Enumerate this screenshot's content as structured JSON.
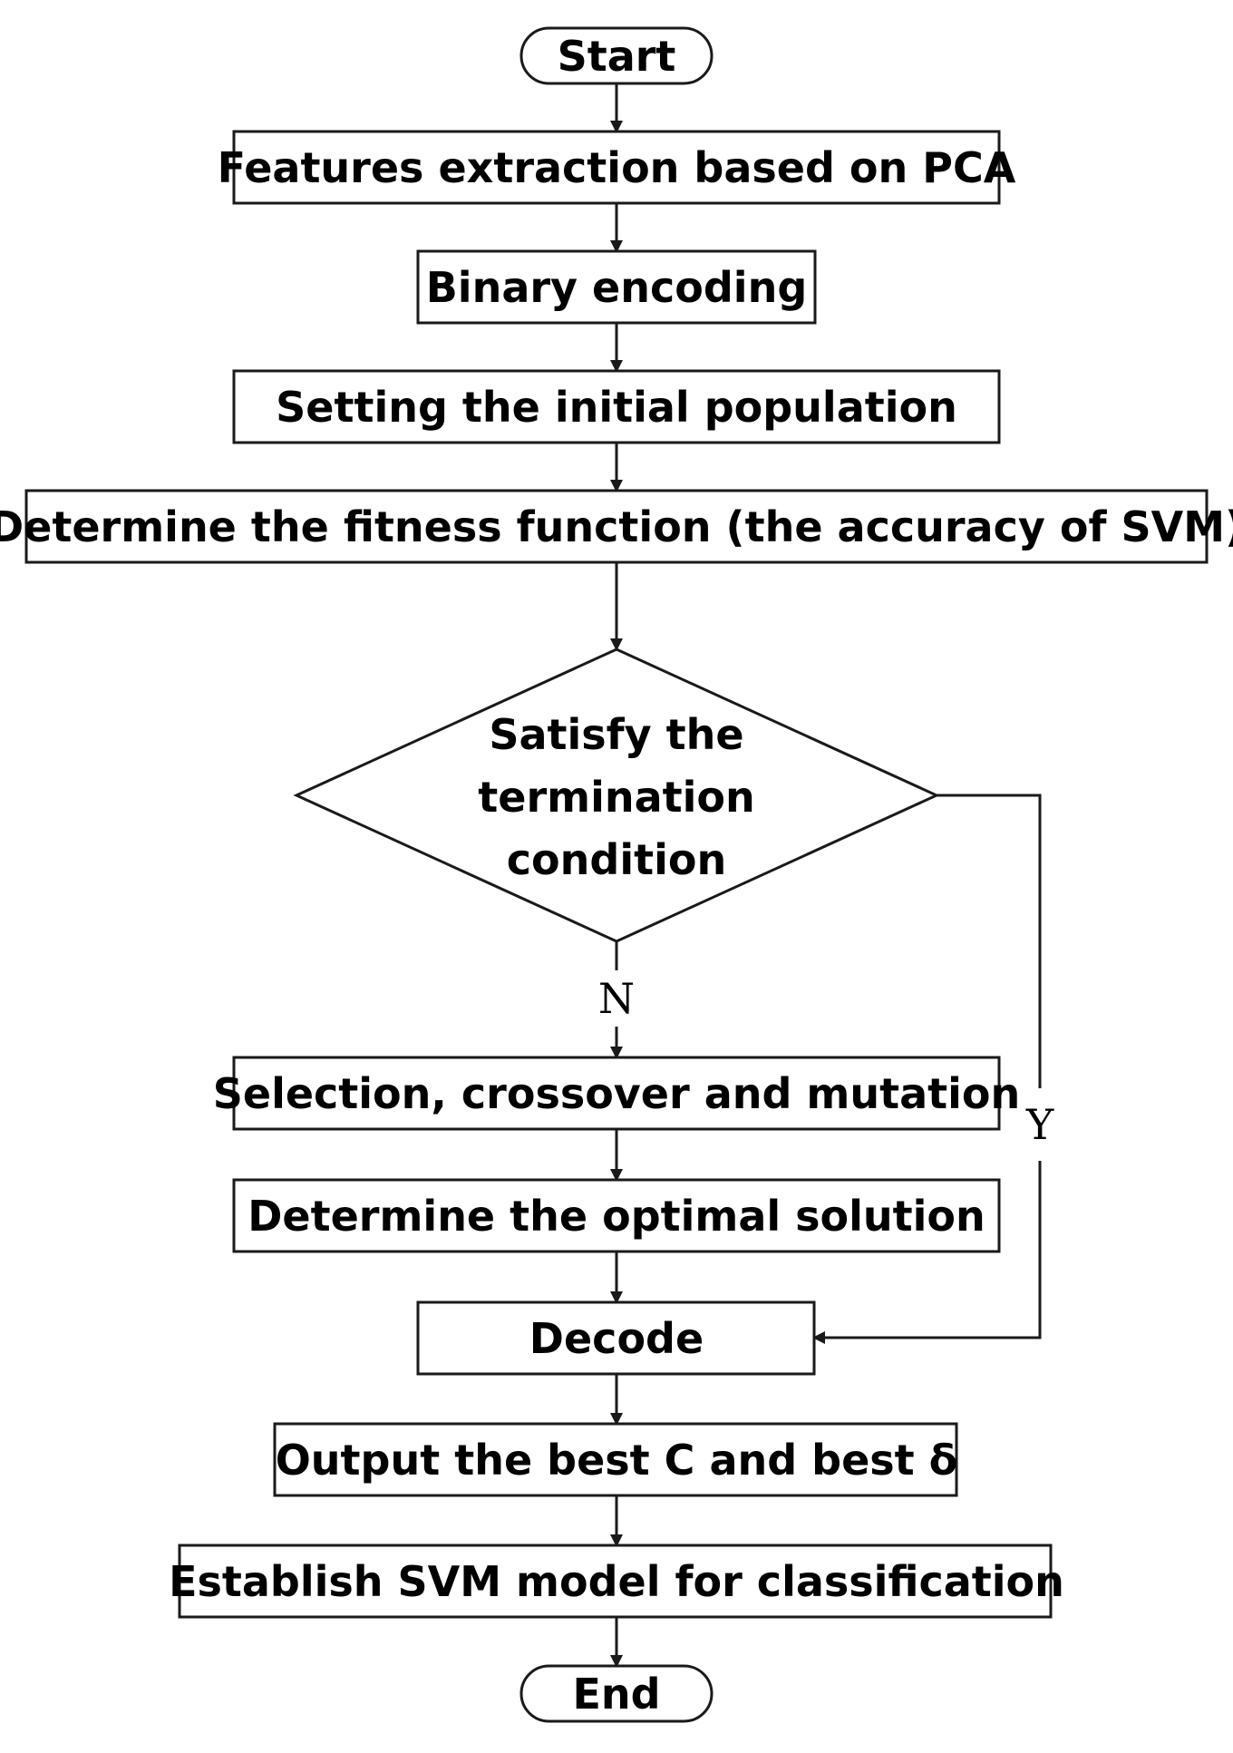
{
  "flowchart": {
    "start": "Start",
    "steps": [
      "Features extraction based on PCA",
      "Binary encoding",
      "Setting the initial population",
      "Determine the fitness function (the accuracy of SVM)"
    ],
    "decision": {
      "lines": [
        "Satisfy the",
        "termination",
        "condition"
      ],
      "no_label": "N",
      "yes_label": "Y"
    },
    "loop_steps": [
      "Selection, crossover and mutation",
      "Determine the optimal solution"
    ],
    "decode": "Decode",
    "final_steps": [
      "Output the best C and best δ",
      "Establish SVM model for classification"
    ],
    "end": "End"
  }
}
